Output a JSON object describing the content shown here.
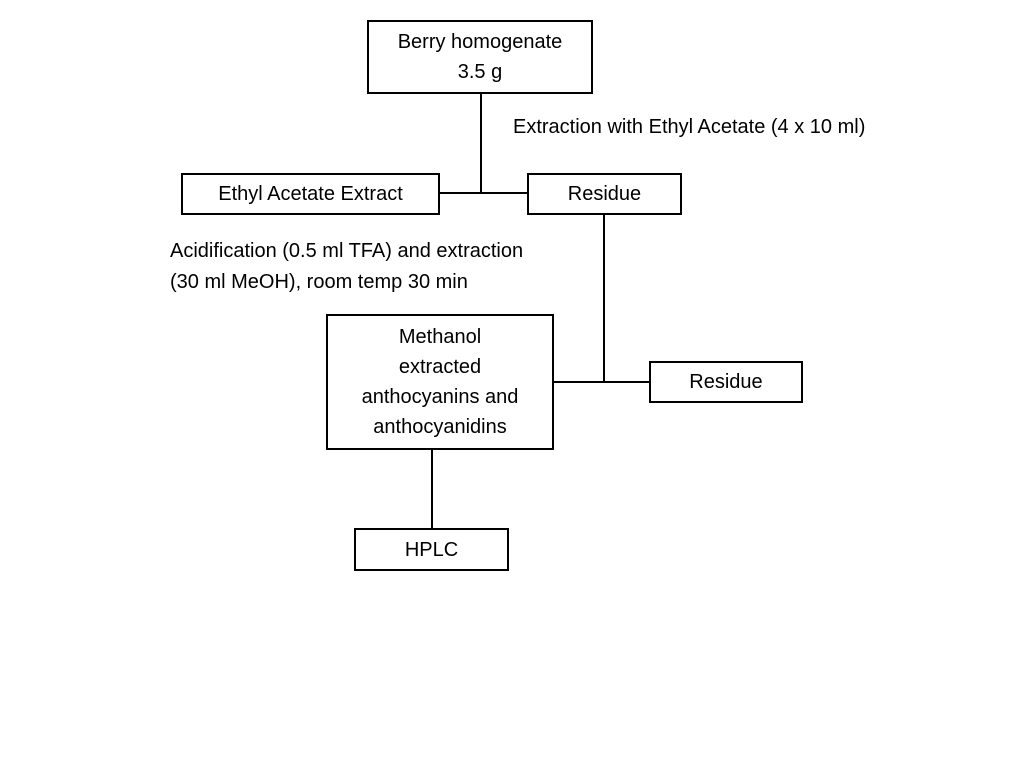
{
  "boxes": {
    "berry": {
      "line1": "Berry homogenate",
      "line2": "3.5 g"
    },
    "ethyl_extract": "Ethyl Acetate Extract",
    "residue_1": "Residue",
    "methanol": {
      "line1": "Methanol",
      "line2": "extracted",
      "line3": "anthocyanins and",
      "line4": "anthocyanidins"
    },
    "residue_2": "Residue",
    "hplc": "HPLC"
  },
  "notes": {
    "step1": "Extraction with Ethyl Acetate (4 x 10 ml)",
    "step2_line1": "Acidification (0.5 ml TFA) and extraction",
    "step2_line2": "(30 ml MeOH), room temp 30 min"
  }
}
